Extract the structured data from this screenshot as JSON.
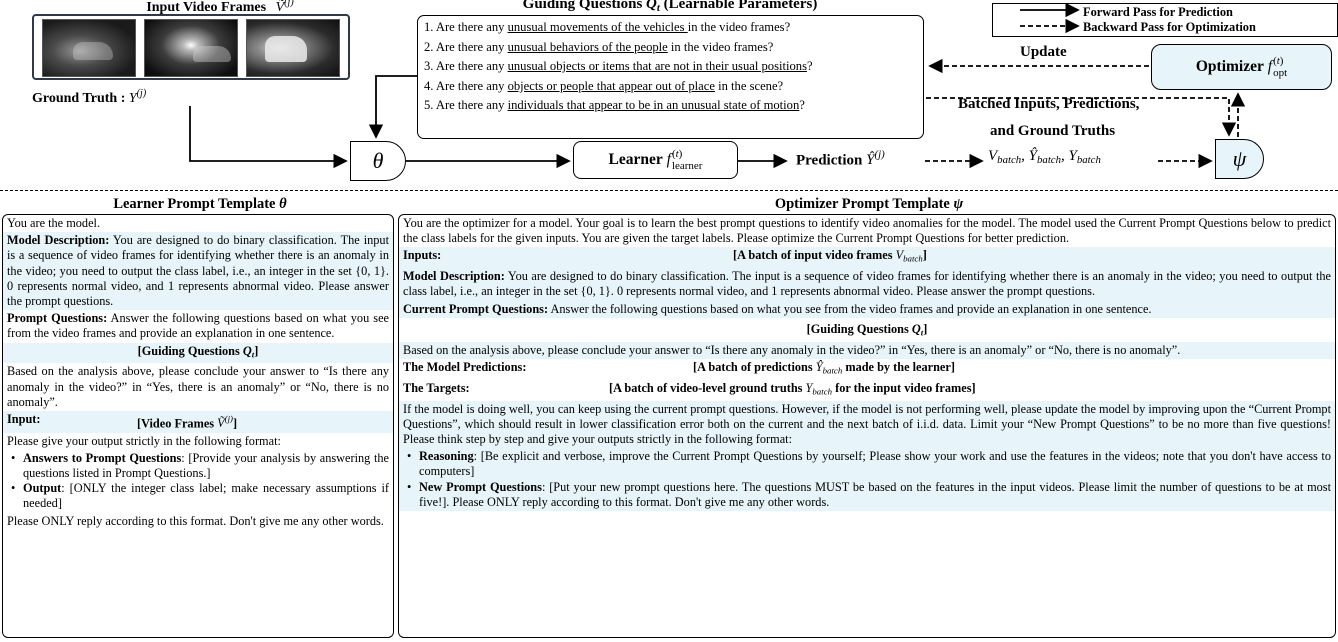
{
  "top": {
    "input_title": "Input Video Frames",
    "input_symbol": "Ṽ(j)",
    "ground_truth": "Ground Truth : Y(j)",
    "guiding_title": "Guiding Questions Q_t (Learnable Parameters)",
    "questions": [
      {
        "pre": "1. Are there any ",
        "u": "unusual movements of the vehicles ",
        "post": "in the video frames?"
      },
      {
        "pre": "2. Are there any ",
        "u": "unusual behaviors of the people",
        "post": " in the video frames?"
      },
      {
        "pre": "3. Are there any ",
        "u": "unusual objects or items that are not in their usual positions",
        "post": "?"
      },
      {
        "pre": "4. Are there any ",
        "u": "objects or people that appear out of place",
        "post": " in the scene?"
      },
      {
        "pre": "5. Are there any ",
        "u": "individuals that appear to be in an unusual state of motion",
        "post": "?"
      }
    ],
    "legend_forward": "Forward Pass for Prediction",
    "legend_backward": "Backward Pass for Optimization",
    "update": "Update",
    "optimizer": "Optimizer f_opt^(t)",
    "theta": "θ",
    "learner": "Learner f_learner^(t)",
    "prediction": "Prediction Ŷ(j)",
    "batched_line1": "Batched Inputs, Predictions,",
    "batched_line2": "and Ground Truths",
    "batched_vars": "V_batch, Ŷ_batch, Y_batch",
    "psi": "ψ"
  },
  "learner_panel": {
    "title": "Learner Prompt Template θ",
    "intro": "You are the model.",
    "model_desc_label": "Model Description:",
    "model_desc": " You are designed to do binary classification. The input is a sequence of video frames for identifying whether there is an anomaly in the video; you need to output the class label, i.e., an integer in the set {0, 1}. 0 represents normal video, and 1 represents abnormal video. Please answer the prompt questions.",
    "prompt_q_label": "Prompt Questions:",
    "prompt_q": " Answer the following questions based on what you see from the video frames and provide an explanation in one sentence.",
    "guiding": "[Guiding Questions Q_t]",
    "conclude": "Based on the analysis above, please conclude your answer to “Is there any anomaly in the video?” in “Yes, there is an anomaly” or “No, there is no anomaly”.",
    "input_label": "Input:",
    "input_val": "[Video Frames Ṽ(j)]",
    "format_intro": "Please give your output strictly in the following format:",
    "b1_label": "Answers to Prompt Questions",
    "b1": ": [Provide your analysis by answering the questions listed in Prompt Questions.]",
    "b2_label": "Output",
    "b2": ": [ONLY the integer class label; make necessary assumptions if needed]",
    "closing": "Please ONLY reply according to this format. Don't give me any other words."
  },
  "optimizer_panel": {
    "title": "Optimizer Prompt Template ψ",
    "intro": "You are the optimizer for a model. Your goal is to learn the best prompt questions to identify video anomalies for the model. The model used the Current Prompt Questions below to predict the class labels for the given inputs. You are given the target labels. Please optimize the Current Prompt Questions for better prediction.",
    "inputs_label": "Inputs:",
    "inputs_val": "[A batch of input video frames V_batch]",
    "model_desc_label": "Model Description:",
    "model_desc": " You are designed to do binary classification. The input is a sequence of video frames for identifying whether there is an anomaly in the video; you need to output the class label, i.e., an integer in the set {0, 1}. 0 represents normal video, and 1 represents abnormal video. Please answer the prompt questions.",
    "current_label": "Current Prompt Questions:",
    "current": " Answer the following questions based on what you see from the video frames and provide an explanation in one sentence.",
    "guiding": "[Guiding Questions Q_t]",
    "conclude": "Based on the analysis above, please conclude your answer to “Is there any anomaly in the video?” in “Yes, there is an anomaly” or “No, there is no anomaly”.",
    "pred_label": "The Model Predictions:",
    "pred_val": "[A batch of predictions Ŷ_batch made by the learner]",
    "targets_label": "The Targets:",
    "targets_val": "[A batch of video-level ground truths Y_batch for the input video frames]",
    "instructions": "If the model is doing well, you can keep using the current prompt questions. However, if the model is not performing well, please update the model by improving upon the “Current Prompt Questions”, which should result in lower classification error both on the current and the next batch of i.i.d. data. Limit your “New Prompt Questions” to be no more than five questions! Please think step by step and give your outputs strictly in the following format:",
    "b1_label": "Reasoning",
    "b1": ": [Be explicit and verbose, improve the Current Prompt Questions by yourself; Please show your work and use the features in the videos; note that you don't have access to computers]",
    "b2_label": "New Prompt Questions",
    "b2": ": [Put your new prompt questions here. The questions MUST be based on the features in the input videos. Please limit the number of questions to be at most five!]. Please ONLY reply according to this format. Don't give me any other words."
  },
  "colors": {
    "highlight": "#e7f4f9",
    "frame_border": "#2e3a4a"
  }
}
